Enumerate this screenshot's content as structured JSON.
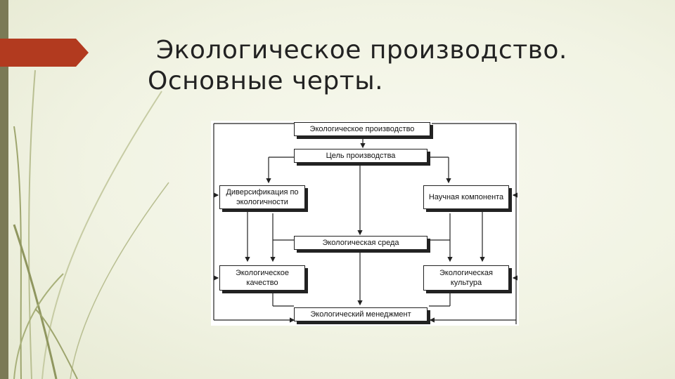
{
  "slide": {
    "title_line1": "Экологическое производство.",
    "title_line2": "Основные черты."
  },
  "diagram": {
    "nodes": {
      "eco_production": "Экологическое производство",
      "production_goal": "Цель производства",
      "diversification": "Диверсификация по экологичности",
      "scientific": "Научная компонента",
      "eco_environment": "Экологическая среда",
      "eco_quality": "Экологическое качество",
      "eco_culture": "Экологическая культура",
      "eco_management": "Экологический менеджмент"
    }
  },
  "colors": {
    "accent_arrow": "#b23a1f",
    "sidebar": "#7b7a56",
    "grass": "#a8b07a"
  }
}
